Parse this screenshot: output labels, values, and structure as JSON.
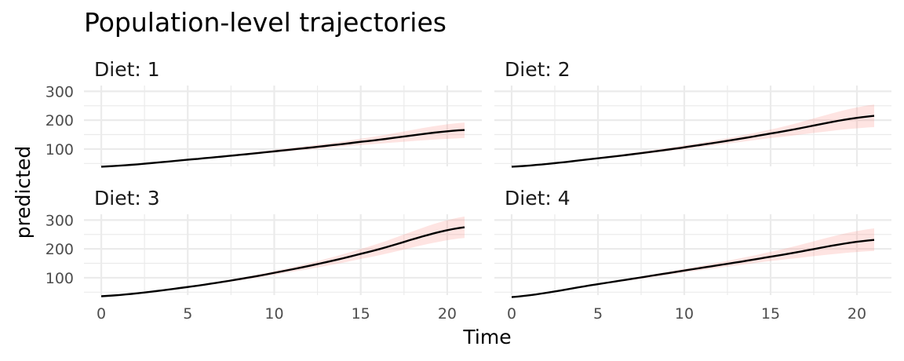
{
  "chart_data": {
    "type": "line",
    "title": "Population-level trajectories",
    "xlabel": "Time",
    "ylabel": "predicted",
    "xlim": [
      0,
      21
    ],
    "ylim": [
      40,
      320
    ],
    "x_ticks": [
      0,
      5,
      10,
      15,
      20
    ],
    "y_ticks": [
      100,
      200,
      300
    ],
    "grid": true,
    "colors": {
      "ribbon": "#f8766d",
      "line": "#000000",
      "grid": "#ebebeb"
    },
    "panels": [
      {
        "strip": "Diet: 1",
        "x": [
          0,
          5,
          10,
          15,
          21
        ],
        "predicted": [
          39,
          63,
          92,
          125,
          166
        ],
        "lower": [
          39,
          61,
          88,
          114,
          138
        ],
        "upper": [
          39,
          65,
          97,
          136,
          192
        ]
      },
      {
        "strip": "Diet: 2",
        "x": [
          0,
          5,
          10,
          15,
          21
        ],
        "predicted": [
          39,
          68,
          106,
          154,
          215
        ],
        "lower": [
          39,
          65,
          100,
          138,
          176
        ],
        "upper": [
          39,
          71,
          113,
          168,
          254
        ]
      },
      {
        "strip": "Diet: 3",
        "x": [
          0,
          5,
          10,
          15,
          21
        ],
        "predicted": [
          36,
          68,
          117,
          183,
          275
        ],
        "lower": [
          36,
          66,
          110,
          165,
          238
        ],
        "upper": [
          36,
          70,
          123,
          200,
          312
        ]
      },
      {
        "strip": "Diet: 4",
        "x": [
          0,
          5,
          10,
          15,
          21
        ],
        "predicted": [
          33,
          78,
          125,
          173,
          231
        ],
        "lower": [
          33,
          75,
          118,
          158,
          193
        ],
        "upper": [
          33,
          80,
          131,
          190,
          271
        ]
      }
    ]
  }
}
